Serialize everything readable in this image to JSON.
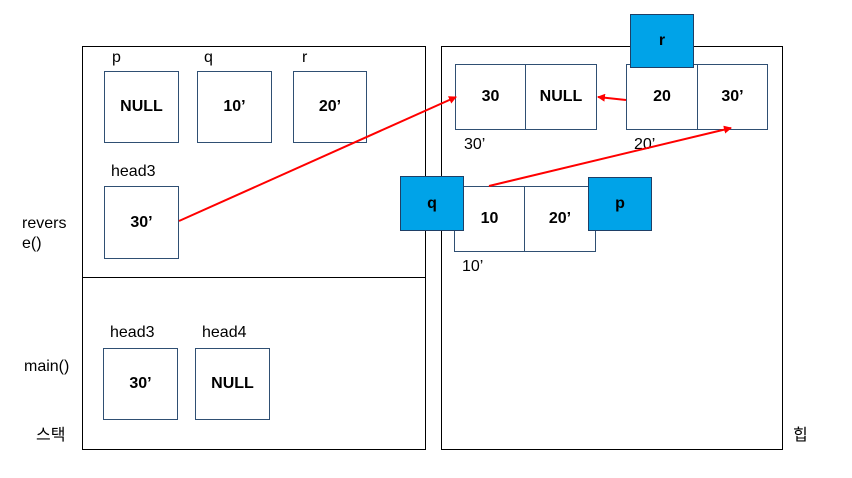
{
  "stack": {
    "label": "스택",
    "reverse_frame": {
      "func_label": "revers\ne()",
      "vars": [
        {
          "name": "p",
          "value": "NULL"
        },
        {
          "name": "q",
          "value": "10’"
        },
        {
          "name": "r",
          "value": "20’"
        },
        {
          "name": "head3",
          "value": "30’"
        }
      ]
    },
    "main_frame": {
      "func_label": "main()",
      "vars": [
        {
          "name": "head3",
          "value": "30’"
        },
        {
          "name": "head4",
          "value": "NULL"
        }
      ]
    }
  },
  "heap": {
    "label": "힙",
    "nodes": [
      {
        "address": "30’",
        "data": "30",
        "link": "NULL"
      },
      {
        "address": "20’",
        "data": "20",
        "link": "30’"
      },
      {
        "address": "10’",
        "data": "10",
        "link": "20’"
      }
    ],
    "pointer_tags": {
      "r": "r",
      "q": "q",
      "p": "p"
    }
  },
  "colors": {
    "pointer_tag": "#00a3e8",
    "arrow": "#ff0000",
    "border": "#2f4f73"
  }
}
